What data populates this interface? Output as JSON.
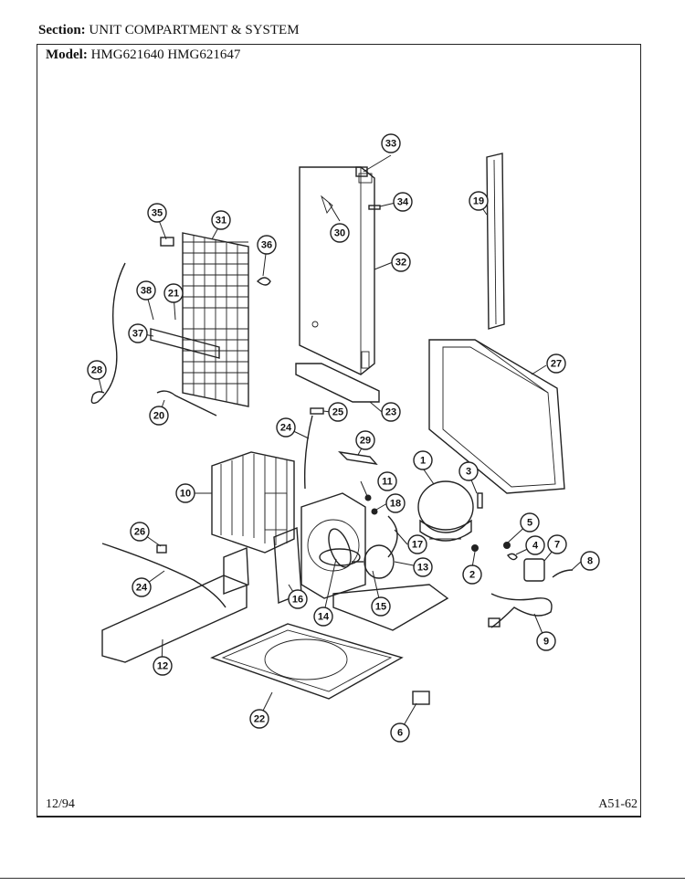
{
  "header": {
    "section_label": "Section:",
    "section_value": "UNIT COMPARTMENT & SYSTEM",
    "model_label": "Model:",
    "model_value": "HMG621640 HMG621647"
  },
  "footer": {
    "date": "12/94",
    "page_code": "A51-62"
  },
  "callouts": [
    {
      "label": "1"
    },
    {
      "label": "2"
    },
    {
      "label": "3"
    },
    {
      "label": "4"
    },
    {
      "label": "5"
    },
    {
      "label": "6"
    },
    {
      "label": "7"
    },
    {
      "label": "8"
    },
    {
      "label": "9"
    },
    {
      "label": "10"
    },
    {
      "label": "11"
    },
    {
      "label": "12"
    },
    {
      "label": "13"
    },
    {
      "label": "14"
    },
    {
      "label": "15"
    },
    {
      "label": "16"
    },
    {
      "label": "17"
    },
    {
      "label": "18"
    },
    {
      "label": "19"
    },
    {
      "label": "20"
    },
    {
      "label": "21"
    },
    {
      "label": "22"
    },
    {
      "label": "23"
    },
    {
      "label": "24"
    },
    {
      "label": "24"
    },
    {
      "label": "25"
    },
    {
      "label": "26"
    },
    {
      "label": "27"
    },
    {
      "label": "28"
    },
    {
      "label": "29"
    },
    {
      "label": "30"
    },
    {
      "label": "31"
    },
    {
      "label": "32"
    },
    {
      "label": "33"
    },
    {
      "label": "34"
    },
    {
      "label": "35"
    },
    {
      "label": "36"
    },
    {
      "label": "37"
    },
    {
      "label": "38"
    }
  ]
}
